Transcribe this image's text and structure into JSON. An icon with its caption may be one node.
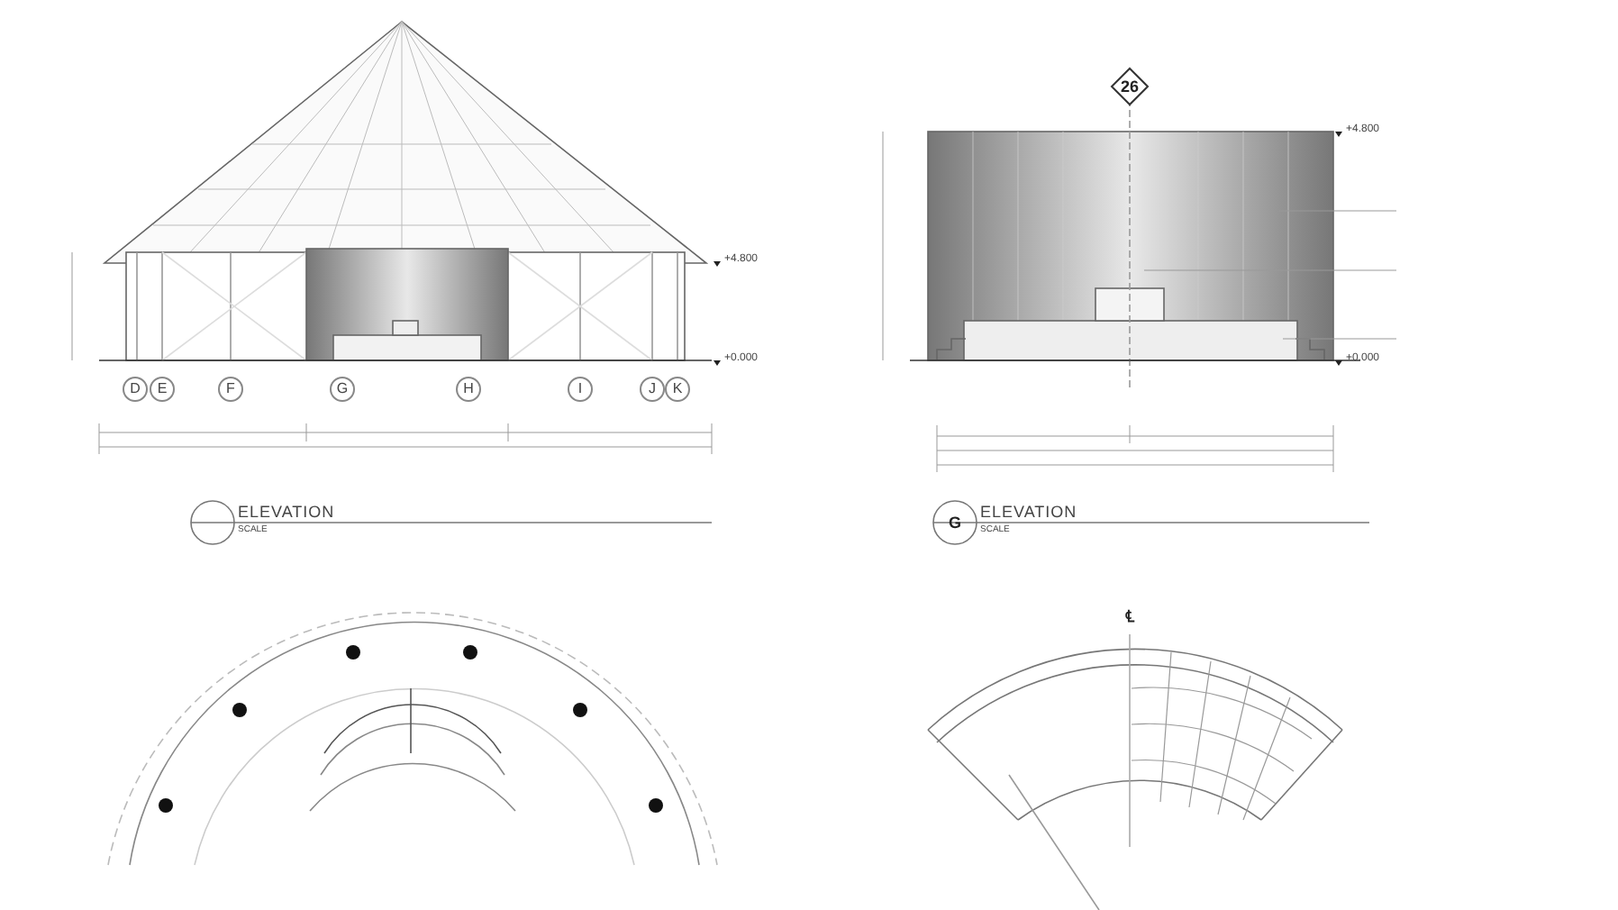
{
  "diagram": {
    "labels": [
      "26",
      "+4.800",
      "+4.800",
      "+0.000",
      "+0.000",
      "D",
      "E",
      "F",
      "G",
      "H",
      "I",
      "J",
      "K",
      "ELEVATION",
      "SCALE",
      "G",
      "ELEVATION",
      "SCALE",
      "℄"
    ]
  }
}
